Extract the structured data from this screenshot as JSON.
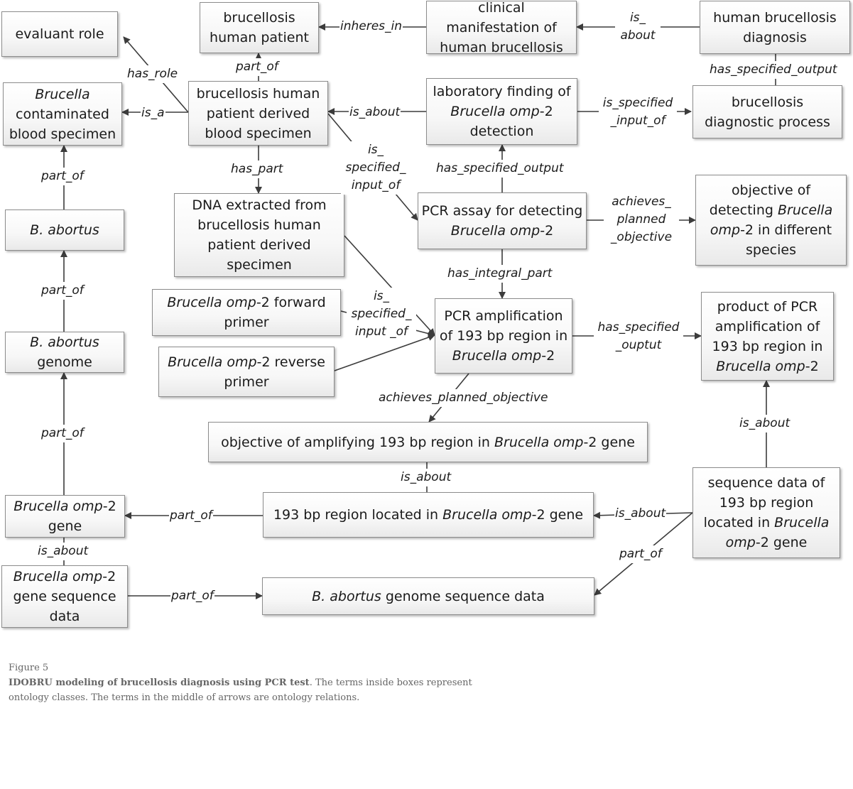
{
  "nodes": {
    "evaluant_role": [
      {
        "t": "evaluant role"
      }
    ],
    "bhp": [
      {
        "t": "brucellosis human patient"
      }
    ],
    "clinical": [
      {
        "t": "clinical manifestation of human brucellosis"
      }
    ],
    "hbd": [
      {
        "t": "human brucellosis diagnosis"
      }
    ],
    "contam": [
      {
        "t": "Brucella",
        "i": true
      },
      {
        "t": " contaminated blood specimen"
      }
    ],
    "blood": [
      {
        "t": "brucellosis human patient derived blood specimen"
      }
    ],
    "labfind": [
      {
        "t": "laboratory finding of "
      },
      {
        "t": "Brucella omp",
        "i": true
      },
      {
        "t": "-2 detection"
      }
    ],
    "diagproc": [
      {
        "t": "brucellosis diagnostic process"
      }
    ],
    "babortus": [
      {
        "t": "B. abortus",
        "i": true
      }
    ],
    "dna": [
      {
        "t": "DNA extracted from brucellosis human patient derived specimen"
      }
    ],
    "pcrassay": [
      {
        "t": "PCR assay for detecting "
      },
      {
        "t": "Brucella omp",
        "i": true
      },
      {
        "t": "-2"
      }
    ],
    "objdetect": [
      {
        "t": "objective of detecting "
      },
      {
        "t": "Brucella",
        "i": true
      },
      {
        "t": " "
      },
      {
        "t": "omp",
        "i": true
      },
      {
        "t": "-2 in different species"
      }
    ],
    "fwd": [
      {
        "t": "Brucella omp",
        "i": true
      },
      {
        "t": "-2 forward primer"
      }
    ],
    "pcramp": [
      {
        "t": "PCR amplification of 193 bp region in "
      },
      {
        "t": "Brucella omp",
        "i": true
      },
      {
        "t": "-2"
      }
    ],
    "product": [
      {
        "t": "product of PCR amplification of 193 bp region in "
      },
      {
        "t": "Brucella omp",
        "i": true
      },
      {
        "t": "-2"
      }
    ],
    "bagenome": [
      {
        "t": "B. abortus",
        "i": true
      },
      {
        "t": " genome"
      }
    ],
    "rev": [
      {
        "t": "Brucella omp",
        "i": true
      },
      {
        "t": "-2 reverse primer"
      }
    ],
    "objamp": [
      {
        "t": "objective of amplifying 193 bp region in "
      },
      {
        "t": "Brucella omp",
        "i": true
      },
      {
        "t": "-2 gene"
      }
    ],
    "gene": [
      {
        "t": "Brucella omp",
        "i": true
      },
      {
        "t": "-2 gene"
      }
    ],
    "region": [
      {
        "t": "193 bp region located in "
      },
      {
        "t": "Brucella omp",
        "i": true
      },
      {
        "t": "-2 gene"
      }
    ],
    "seqdata": [
      {
        "t": "sequence data of 193 bp region located in "
      },
      {
        "t": "Brucella",
        "i": true
      },
      {
        "t": " "
      },
      {
        "t": "omp",
        "i": true
      },
      {
        "t": "-2 gene"
      }
    ],
    "geneseq": [
      {
        "t": "Brucella omp",
        "i": true
      },
      {
        "t": "-2 gene sequence data"
      }
    ],
    "genomeseq": [
      {
        "t": "B. abortus",
        "i": true
      },
      {
        "t": " genome sequence data"
      }
    ]
  },
  "relations": {
    "inheres_in": "inheres_in",
    "is_about_hbd": "is_ about",
    "has_role": "has_role",
    "part_of_blood_bhp": "part_of",
    "has_specified_output_diag": "has_specified_output",
    "is_a": "is_a",
    "is_about_labfind": "is_about",
    "is_specified_input_of_diag": "is_specified _input_of",
    "part_of_babortus_contam": "part_of",
    "has_part": "has_part",
    "is_specified_input_of_pcrassay": "is_ specified_ input_of",
    "has_specified_output_pcr": "has_specified_output",
    "achieves_planned_objective_detect": "achieves_ planned _objective",
    "has_integral_part": "has_integral_part",
    "part_of_genome_babortus": "part_of",
    "is_specified_input_of_amp": "is_ specified_ input _of",
    "has_specified_ouptut": "has_specified _ouptut",
    "achieves_planned_objective_amp": "achieves_planned_objective",
    "part_of_gene_genome": "part_of",
    "is_about_product": "is_about",
    "is_about_region": "is_about",
    "part_of_region_gene": "part_of",
    "is_about_seq_region": "is_about",
    "part_of_seq_genomeseq": "part_of",
    "is_about_geneseq_gene": "is_about",
    "part_of_geneseq_genomeseq": "part_of"
  },
  "caption": {
    "label": "Figure 5",
    "title": "IDOBRU modeling of brucellosis diagnosis using PCR test",
    "text": ". The terms inside boxes represent ontology classes. The terms in the middle of arrows are ontology relations."
  }
}
